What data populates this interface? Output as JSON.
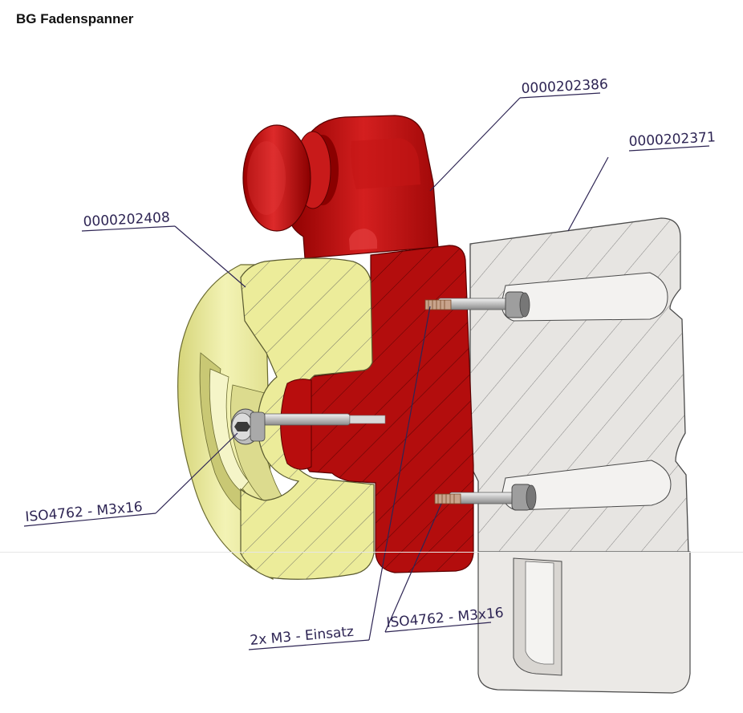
{
  "title": "BG Fadenspanner",
  "callouts": {
    "red_part": "0000202386",
    "gray_part": "0000202371",
    "yellow_part": "0000202408",
    "screw_left": "ISO4762 - M3x16",
    "insert": "2x M3 - Einsatz",
    "screw_right": "ISO4762 - M3x16"
  },
  "colors": {
    "red": "#b80d0d",
    "red_light": "#d41f1f",
    "red_dark": "#7a0000",
    "yellow": "#ecec9a",
    "yellow_light": "#f6f6c2",
    "yellow_dark": "#c7c66a",
    "gray": "#e7e5e2",
    "gray_dark": "#bdbab5",
    "leader": "#2e2554",
    "edge": "#4a4a4a"
  }
}
